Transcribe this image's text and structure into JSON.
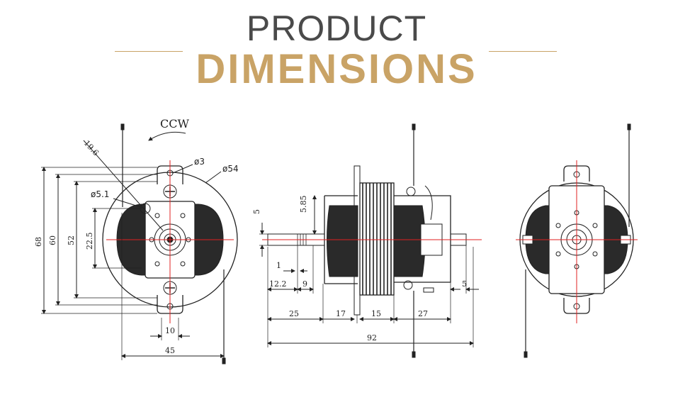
{
  "header": {
    "title_line1": "PRODUCT",
    "title_line2": "DIMENSIONS",
    "accent_color": "#c9a366",
    "title_color": "#4a4a4a"
  },
  "front_view": {
    "rotation": "CCW",
    "callouts": {
      "hole_small": "ø3",
      "body_diameter": "ø54",
      "hole_large": "ø5.1",
      "angled": "19.6"
    },
    "dims": {
      "overall_height": "68",
      "height_60": "60",
      "height_52": "52",
      "height_22_5": "22.5",
      "width_10": "10",
      "width_45": "45"
    }
  },
  "side_view": {
    "dims": {
      "shaft_5": "5",
      "d_5_85": "5.85",
      "d_1": "1",
      "d_12_2": "12.2",
      "d_9": "9",
      "d_25": "25",
      "d_17": "17",
      "d_15": "15",
      "d_27": "27",
      "d_5_right": "5",
      "overall_length": "92"
    }
  },
  "rear_view": {}
}
